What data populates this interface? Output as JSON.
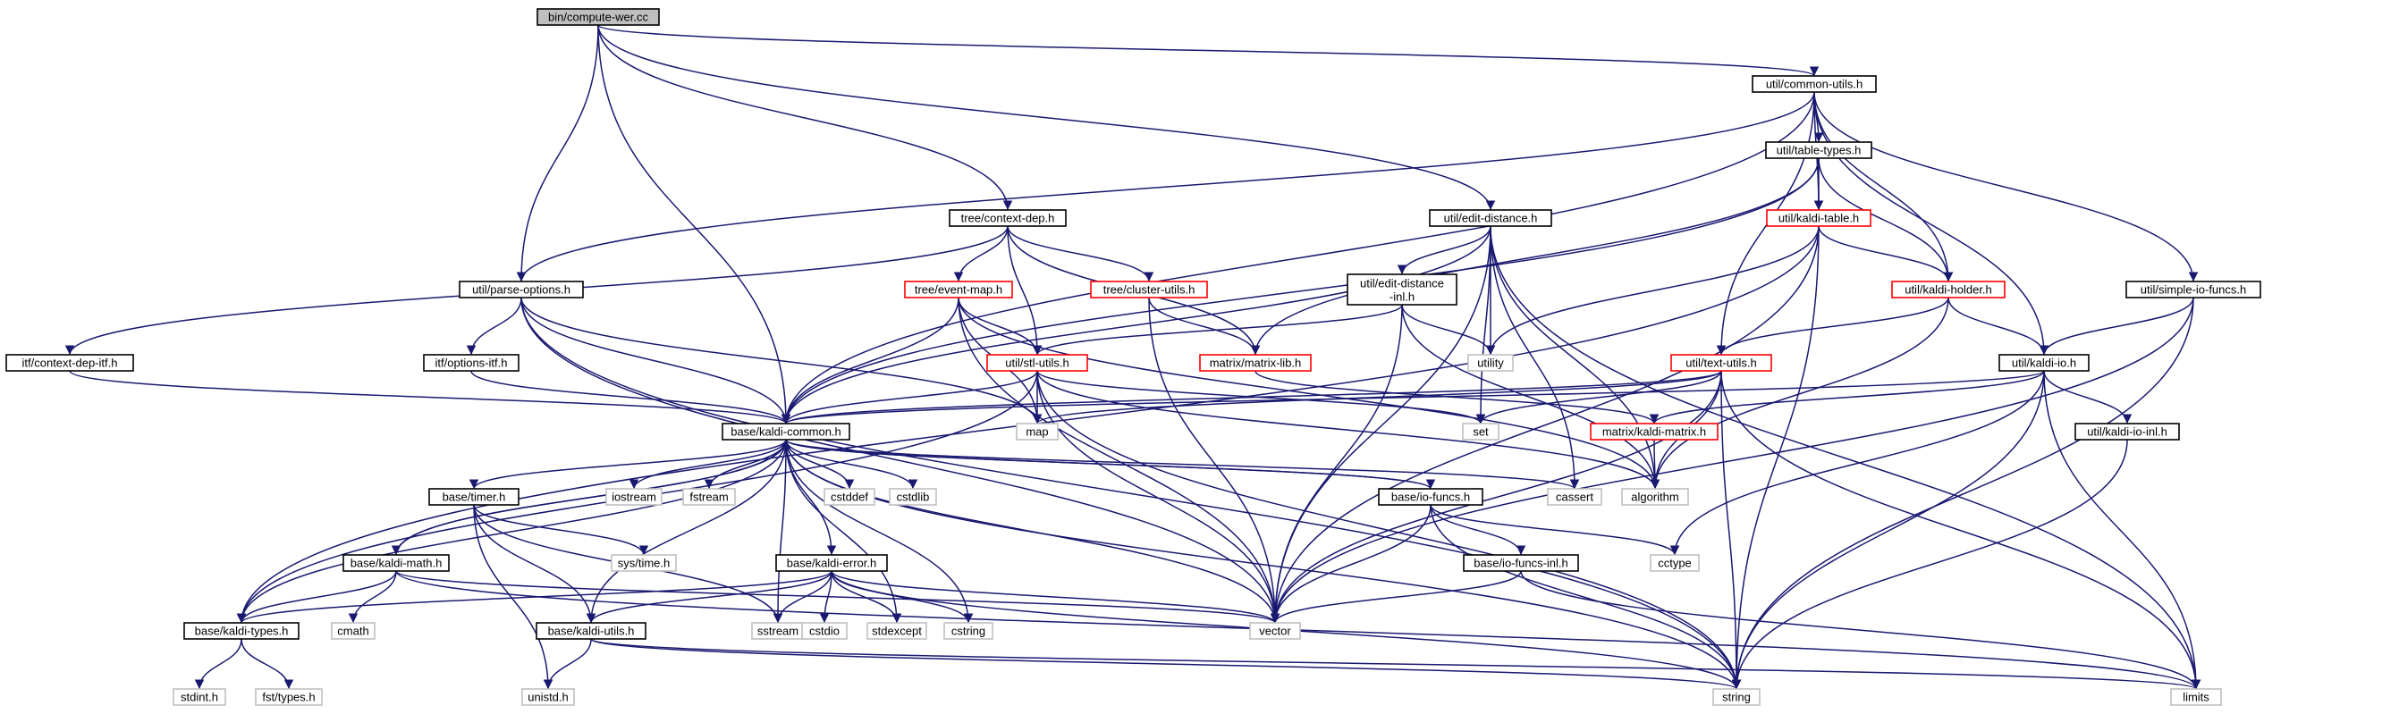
{
  "colors": {
    "edge": "#191970",
    "root_fill": "#bfbfbf",
    "border_normal": "#000000",
    "border_truncated": "#ff0000",
    "border_system": "#bfbfbf",
    "text_system": "#404040",
    "background": "#ffffff"
  },
  "nodes": [
    {
      "id": "compute_wer",
      "label": "bin/compute-wer.cc",
      "kind": "root"
    },
    {
      "id": "common_utils",
      "label": "util/common-utils.h",
      "kind": "normal"
    },
    {
      "id": "table_types",
      "label": "util/table-types.h",
      "kind": "normal"
    },
    {
      "id": "kaldi_table",
      "label": "util/kaldi-table.h",
      "kind": "truncated"
    },
    {
      "id": "kaldi_holder",
      "label": "util/kaldi-holder.h",
      "kind": "truncated"
    },
    {
      "id": "context_dep",
      "label": "tree/context-dep.h",
      "kind": "normal"
    },
    {
      "id": "edit_distance",
      "label": "util/edit-distance.h",
      "kind": "normal"
    },
    {
      "id": "edit_distance_inl",
      "label": "util/edit-distance-inl.h",
      "kind": "normal"
    },
    {
      "id": "simple_io_funcs",
      "label": "util/simple-io-funcs.h",
      "kind": "normal"
    },
    {
      "id": "parse_options",
      "label": "util/parse-options.h",
      "kind": "normal"
    },
    {
      "id": "event_map",
      "label": "tree/event-map.h",
      "kind": "truncated"
    },
    {
      "id": "cluster_utils",
      "label": "tree/cluster-utils.h",
      "kind": "truncated"
    },
    {
      "id": "context_dep_itf",
      "label": "itf/context-dep-itf.h",
      "kind": "normal"
    },
    {
      "id": "options_itf",
      "label": "itf/options-itf.h",
      "kind": "normal"
    },
    {
      "id": "stl_utils",
      "label": "util/stl-utils.h",
      "kind": "truncated"
    },
    {
      "id": "matrix_lib",
      "label": "matrix/matrix-lib.h",
      "kind": "truncated"
    },
    {
      "id": "text_utils",
      "label": "util/text-utils.h",
      "kind": "truncated"
    },
    {
      "id": "kaldi_io",
      "label": "util/kaldi-io.h",
      "kind": "normal"
    },
    {
      "id": "utility",
      "label": "utility",
      "kind": "system"
    },
    {
      "id": "kaldi_common",
      "label": "base/kaldi-common.h",
      "kind": "normal"
    },
    {
      "id": "map",
      "label": "map",
      "kind": "system"
    },
    {
      "id": "set",
      "label": "set",
      "kind": "system"
    },
    {
      "id": "kaldi_matrix",
      "label": "matrix/kaldi-matrix.h",
      "kind": "truncated"
    },
    {
      "id": "kaldi_io_inl",
      "label": "util/kaldi-io-inl.h",
      "kind": "normal"
    },
    {
      "id": "iostream",
      "label": "iostream",
      "kind": "system"
    },
    {
      "id": "fstream",
      "label": "fstream",
      "kind": "system"
    },
    {
      "id": "sstream",
      "label": "sstream",
      "kind": "system"
    },
    {
      "id": "cstddef",
      "label": "cstddef",
      "kind": "system"
    },
    {
      "id": "cstdlib",
      "label": "cstdlib",
      "kind": "system"
    },
    {
      "id": "cassert",
      "label": "cassert",
      "kind": "system"
    },
    {
      "id": "algorithm",
      "label": "algorithm",
      "kind": "system"
    },
    {
      "id": "timer",
      "label": "base/timer.h",
      "kind": "normal"
    },
    {
      "id": "io_funcs",
      "label": "base/io-funcs.h",
      "kind": "normal"
    },
    {
      "id": "kaldi_math",
      "label": "base/kaldi-math.h",
      "kind": "normal"
    },
    {
      "id": "sys_time",
      "label": "sys/time.h",
      "kind": "system"
    },
    {
      "id": "kaldi_error",
      "label": "base/kaldi-error.h",
      "kind": "normal"
    },
    {
      "id": "io_funcs_inl",
      "label": "base/io-funcs-inl.h",
      "kind": "normal"
    },
    {
      "id": "cctype",
      "label": "cctype",
      "kind": "system"
    },
    {
      "id": "kaldi_types",
      "label": "base/kaldi-types.h",
      "kind": "normal"
    },
    {
      "id": "cmath",
      "label": "cmath",
      "kind": "system"
    },
    {
      "id": "kaldi_utils",
      "label": "base/kaldi-utils.h",
      "kind": "normal"
    },
    {
      "id": "cstdio",
      "label": "cstdio",
      "kind": "system"
    },
    {
      "id": "stdexcept",
      "label": "stdexcept",
      "kind": "system"
    },
    {
      "id": "cstring",
      "label": "cstring",
      "kind": "system"
    },
    {
      "id": "vector",
      "label": "vector",
      "kind": "system"
    },
    {
      "id": "stdint",
      "label": "stdint.h",
      "kind": "system"
    },
    {
      "id": "fst_types",
      "label": "fst/types.h",
      "kind": "system"
    },
    {
      "id": "unistd",
      "label": "unistd.h",
      "kind": "system"
    },
    {
      "id": "string",
      "label": "string",
      "kind": "system"
    },
    {
      "id": "limits",
      "label": "limits",
      "kind": "system"
    }
  ],
  "edges": [
    [
      "compute_wer",
      "common_utils"
    ],
    [
      "compute_wer",
      "context_dep"
    ],
    [
      "compute_wer",
      "edit_distance"
    ],
    [
      "compute_wer",
      "parse_options"
    ],
    [
      "compute_wer",
      "kaldi_common"
    ],
    [
      "common_utils",
      "table_types"
    ],
    [
      "common_utils",
      "kaldi_table"
    ],
    [
      "common_utils",
      "kaldi_holder"
    ],
    [
      "common_utils",
      "simple_io_funcs"
    ],
    [
      "common_utils",
      "parse_options"
    ],
    [
      "common_utils",
      "text_utils"
    ],
    [
      "common_utils",
      "kaldi_io"
    ],
    [
      "common_utils",
      "kaldi_common"
    ],
    [
      "table_types",
      "kaldi_table"
    ],
    [
      "table_types",
      "kaldi_holder"
    ],
    [
      "table_types",
      "matrix_lib"
    ],
    [
      "table_types",
      "kaldi_common"
    ],
    [
      "kaldi_table",
      "kaldi_holder"
    ],
    [
      "kaldi_table",
      "utility"
    ],
    [
      "kaldi_table",
      "vector"
    ],
    [
      "kaldi_table",
      "string"
    ],
    [
      "kaldi_table",
      "kaldi_types"
    ],
    [
      "kaldi_holder",
      "text_utils"
    ],
    [
      "kaldi_holder",
      "kaldi_io"
    ],
    [
      "kaldi_holder",
      "algorithm"
    ],
    [
      "context_dep",
      "context_dep_itf"
    ],
    [
      "context_dep",
      "event_map"
    ],
    [
      "context_dep",
      "cluster_utils"
    ],
    [
      "context_dep",
      "matrix_lib"
    ],
    [
      "context_dep",
      "stl_utils"
    ],
    [
      "edit_distance",
      "edit_distance_inl"
    ],
    [
      "edit_distance",
      "utility"
    ],
    [
      "edit_distance",
      "set"
    ],
    [
      "edit_distance",
      "cassert"
    ],
    [
      "edit_distance",
      "algorithm"
    ],
    [
      "edit_distance",
      "vector"
    ],
    [
      "edit_distance",
      "limits"
    ],
    [
      "edit_distance",
      "kaldi_common"
    ],
    [
      "edit_distance_inl",
      "stl_utils"
    ],
    [
      "edit_distance_inl",
      "utility"
    ],
    [
      "edit_distance_inl",
      "vector"
    ],
    [
      "edit_distance_inl",
      "algorithm"
    ],
    [
      "simple_io_funcs",
      "kaldi_io"
    ],
    [
      "simple_io_funcs",
      "vector"
    ],
    [
      "simple_io_funcs",
      "string"
    ],
    [
      "parse_options",
      "options_itf"
    ],
    [
      "parse_options",
      "kaldi_common"
    ],
    [
      "parse_options",
      "map"
    ],
    [
      "parse_options",
      "vector"
    ],
    [
      "parse_options",
      "string"
    ],
    [
      "event_map",
      "stl_utils"
    ],
    [
      "event_map",
      "kaldi_common"
    ],
    [
      "event_map",
      "map"
    ],
    [
      "event_map",
      "vector"
    ],
    [
      "event_map",
      "algorithm"
    ],
    [
      "cluster_utils",
      "matrix_lib"
    ],
    [
      "cluster_utils",
      "vector"
    ],
    [
      "context_dep_itf",
      "kaldi_common"
    ],
    [
      "options_itf",
      "kaldi_common"
    ],
    [
      "stl_utils",
      "kaldi_common"
    ],
    [
      "stl_utils",
      "map"
    ],
    [
      "stl_utils",
      "set"
    ],
    [
      "stl_utils",
      "vector"
    ],
    [
      "stl_utils",
      "algorithm"
    ],
    [
      "stl_utils",
      "string"
    ],
    [
      "stl_utils",
      "kaldi_types"
    ],
    [
      "matrix_lib",
      "kaldi_matrix"
    ],
    [
      "text_utils",
      "kaldi_common"
    ],
    [
      "text_utils",
      "set"
    ],
    [
      "text_utils",
      "algorithm"
    ],
    [
      "text_utils",
      "vector"
    ],
    [
      "text_utils",
      "string"
    ],
    [
      "text_utils",
      "limits"
    ],
    [
      "text_utils",
      "map"
    ],
    [
      "kaldi_io",
      "kaldi_common"
    ],
    [
      "kaldi_io",
      "kaldi_matrix"
    ],
    [
      "kaldi_io",
      "kaldi_io_inl"
    ],
    [
      "kaldi_io",
      "cctype"
    ],
    [
      "kaldi_io",
      "string"
    ],
    [
      "kaldi_io",
      "limits"
    ],
    [
      "kaldi_matrix",
      "algorithm"
    ],
    [
      "kaldi_io_inl",
      "string"
    ],
    [
      "kaldi_common",
      "iostream"
    ],
    [
      "kaldi_common",
      "fstream"
    ],
    [
      "kaldi_common",
      "cstddef"
    ],
    [
      "kaldi_common",
      "cstdlib"
    ],
    [
      "kaldi_common",
      "cassert"
    ],
    [
      "kaldi_common",
      "timer"
    ],
    [
      "kaldi_common",
      "io_funcs"
    ],
    [
      "kaldi_common",
      "kaldi_math"
    ],
    [
      "kaldi_common",
      "kaldi_error"
    ],
    [
      "kaldi_common",
      "kaldi_types"
    ],
    [
      "kaldi_common",
      "kaldi_utils"
    ],
    [
      "kaldi_common",
      "stdexcept"
    ],
    [
      "kaldi_common",
      "cstring"
    ],
    [
      "kaldi_common",
      "vector"
    ],
    [
      "kaldi_common",
      "string"
    ],
    [
      "kaldi_common",
      "sstream"
    ],
    [
      "timer",
      "sys_time"
    ],
    [
      "timer",
      "kaldi_utils"
    ],
    [
      "timer",
      "unistd"
    ],
    [
      "timer",
      "sstream"
    ],
    [
      "io_funcs",
      "kaldi_common"
    ],
    [
      "io_funcs",
      "io_funcs_inl"
    ],
    [
      "io_funcs",
      "cctype"
    ],
    [
      "io_funcs",
      "vector"
    ],
    [
      "io_funcs",
      "string"
    ],
    [
      "io_funcs_inl",
      "vector"
    ],
    [
      "io_funcs_inl",
      "limits"
    ],
    [
      "kaldi_math",
      "kaldi_common"
    ],
    [
      "kaldi_math",
      "kaldi_types"
    ],
    [
      "kaldi_math",
      "cmath"
    ],
    [
      "kaldi_math",
      "vector"
    ],
    [
      "kaldi_math",
      "limits"
    ],
    [
      "kaldi_error",
      "kaldi_types"
    ],
    [
      "kaldi_error",
      "kaldi_utils"
    ],
    [
      "kaldi_error",
      "sstream"
    ],
    [
      "kaldi_error",
      "cstdio"
    ],
    [
      "kaldi_error",
      "stdexcept"
    ],
    [
      "kaldi_error",
      "cstring"
    ],
    [
      "kaldi_error",
      "vector"
    ],
    [
      "kaldi_error",
      "string"
    ],
    [
      "kaldi_types",
      "stdint"
    ],
    [
      "kaldi_types",
      "fst_types"
    ],
    [
      "kaldi_utils",
      "unistd"
    ],
    [
      "kaldi_utils",
      "string"
    ],
    [
      "kaldi_utils",
      "limits"
    ]
  ]
}
